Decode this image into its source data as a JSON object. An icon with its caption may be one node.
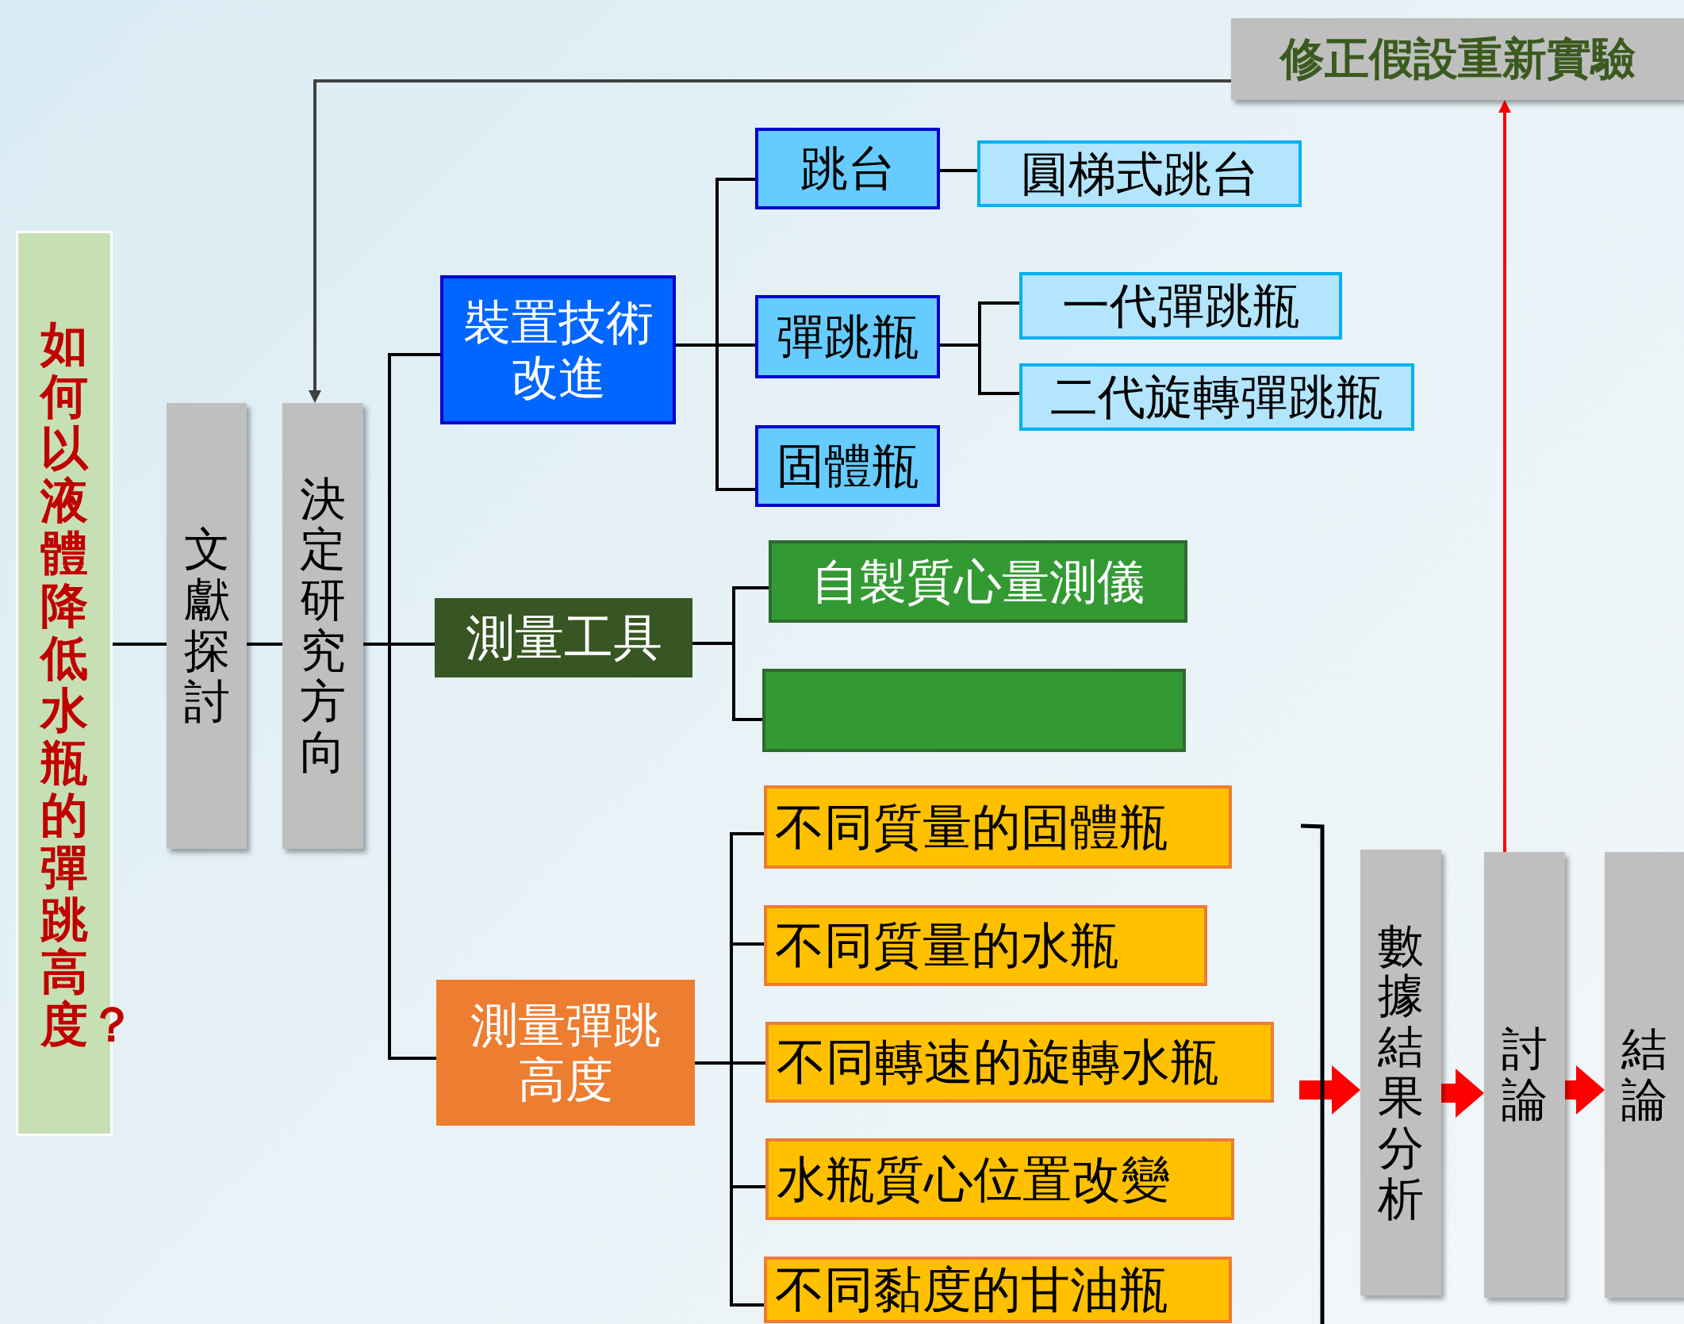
{
  "diagram": {
    "nodes": [
      {
        "text": [
          "如何以液體降低水瓶的彈跳高度？"
        ]
      },
      {
        "text": [
          "文獻探討"
        ]
      },
      {
        "text": [
          "決定研究方向"
        ]
      },
      {
        "text": [
          "裝置技術改進"
        ]
      },
      {
        "text": [
          "跳台"
        ]
      },
      {
        "text": [
          "彈跳瓶"
        ]
      },
      {
        "text": [
          "固體瓶"
        ]
      },
      {
        "text": [
          "圓梯式跳台"
        ]
      },
      {
        "text": [
          "一代彈跳瓶"
        ]
      },
      {
        "text": [
          "二代旋轉彈跳瓶"
        ]
      },
      {
        "text": [
          "測量工具"
        ]
      },
      {
        "text": [
          "自製質心量測儀"
        ]
      },
      {
        "text": [],
        "shape": "box"
      },
      {
        "text": [
          "測量彈跳高度"
        ]
      },
      {
        "text": [
          "不同質量的固體瓶"
        ]
      },
      {
        "text": [
          "不同質量的水瓶"
        ]
      },
      {
        "text": [
          "不同轉速的旋轉水瓶"
        ]
      },
      {
        "text": [
          "水瓶質心位置改變"
        ]
      },
      {
        "text": [
          "不同黏度的甘油瓶"
        ]
      },
      {
        "text": [
          "數據結果分析"
        ]
      },
      {
        "text": [
          "討論"
        ]
      },
      {
        "text": [
          "結論"
        ]
      },
      {
        "text": [
          "修正假設重新實驗"
        ]
      },
      {
        "text": [],
        "shape": "bracket"
      }
    ],
    "edges": [
      {
        "from": 0,
        "to": 1,
        "arrow": "none"
      },
      {
        "from": 1,
        "to": 2,
        "arrow": "none"
      },
      {
        "from": 2,
        "to": 3,
        "arrow": "none"
      },
      {
        "from": 2,
        "to": 10,
        "arrow": "none"
      },
      {
        "from": 2,
        "to": 13,
        "arrow": "none"
      },
      {
        "from": 3,
        "to": 4,
        "arrow": "none"
      },
      {
        "from": 3,
        "to": 5,
        "arrow": "none"
      },
      {
        "from": 3,
        "to": 6,
        "arrow": "none"
      },
      {
        "from": 4,
        "to": 7,
        "arrow": "none"
      },
      {
        "from": 5,
        "to": 8,
        "arrow": "none"
      },
      {
        "from": 5,
        "to": 9,
        "arrow": "none"
      },
      {
        "from": 10,
        "to": 11,
        "arrow": "none"
      },
      {
        "from": 10,
        "to": 12,
        "arrow": "none"
      },
      {
        "from": 13,
        "to": 14,
        "arrow": "none"
      },
      {
        "from": 13,
        "to": 15,
        "arrow": "none"
      },
      {
        "from": 13,
        "to": 16,
        "arrow": "none"
      },
      {
        "from": 13,
        "to": 17,
        "arrow": "none"
      },
      {
        "from": 13,
        "to": 18,
        "arrow": "none"
      },
      {
        "from": 23,
        "to": 19,
        "arrow": "to",
        "style": "thick",
        "color": "#ff0000"
      },
      {
        "from": 19,
        "to": 20,
        "arrow": "to",
        "style": "thick",
        "color": "#ff0000"
      },
      {
        "from": 20,
        "to": 21,
        "arrow": "to",
        "style": "thick",
        "color": "#ff0000"
      },
      {
        "from": 20,
        "to": 22,
        "arrow": "to",
        "color": "#ff0000"
      },
      {
        "from": 22,
        "to": 2,
        "arrow": "to",
        "color": "#404040"
      }
    ]
  }
}
